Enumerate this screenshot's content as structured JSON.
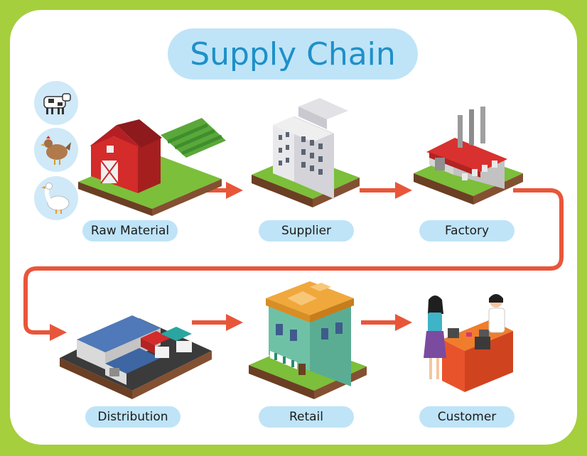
{
  "title": "Supply Chain",
  "stages": [
    {
      "label": "Raw Material"
    },
    {
      "label": "Supplier"
    },
    {
      "label": "Factory"
    },
    {
      "label": "Distribution"
    },
    {
      "label": "Retail"
    },
    {
      "label": "Customer"
    }
  ],
  "icons": {
    "animals": [
      "cow-icon",
      "chicken-icon",
      "goose-icon"
    ],
    "stages": [
      "barn-icon",
      "office-building-icon",
      "factory-icon",
      "warehouse-icon",
      "store-building-icon",
      "cashier-customer-icon"
    ]
  },
  "colors": {
    "border": "#a5cf3c",
    "pill": "#bfe4f7",
    "title": "#1e90c9",
    "arrow": "#e8563a"
  }
}
